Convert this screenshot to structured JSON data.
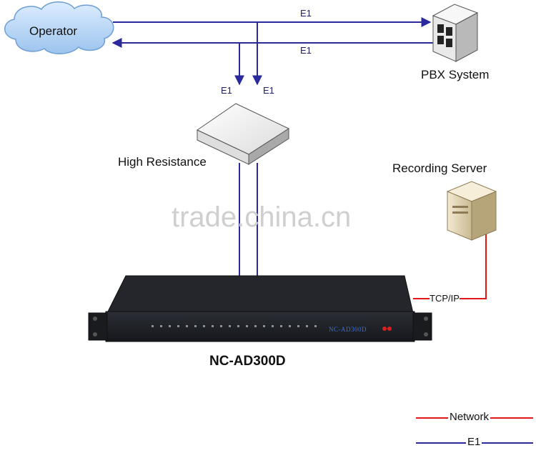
{
  "nodes": {
    "operator": "Operator",
    "pbx": "PBX System",
    "high_resistance": "High Resistance",
    "recording_server": "Recording Server",
    "device": "NC-AD300D"
  },
  "links": {
    "e1_top": "E1",
    "e1_return": "E1",
    "e1_left_drop": "E1",
    "e1_right_drop": "E1",
    "tcpip": "TCP/IP"
  },
  "device": {
    "front_model": "NC-AD300D"
  },
  "watermark": "trade.china.cn",
  "legend": {
    "network": "Network",
    "e1": "E1"
  },
  "colors": {
    "e1_line": "#2a2a9c",
    "network_line": "#e01818",
    "cloud_fill": "#bcd8f5",
    "device_body": "#1d1f24",
    "device_text": "#3d6fd6"
  }
}
